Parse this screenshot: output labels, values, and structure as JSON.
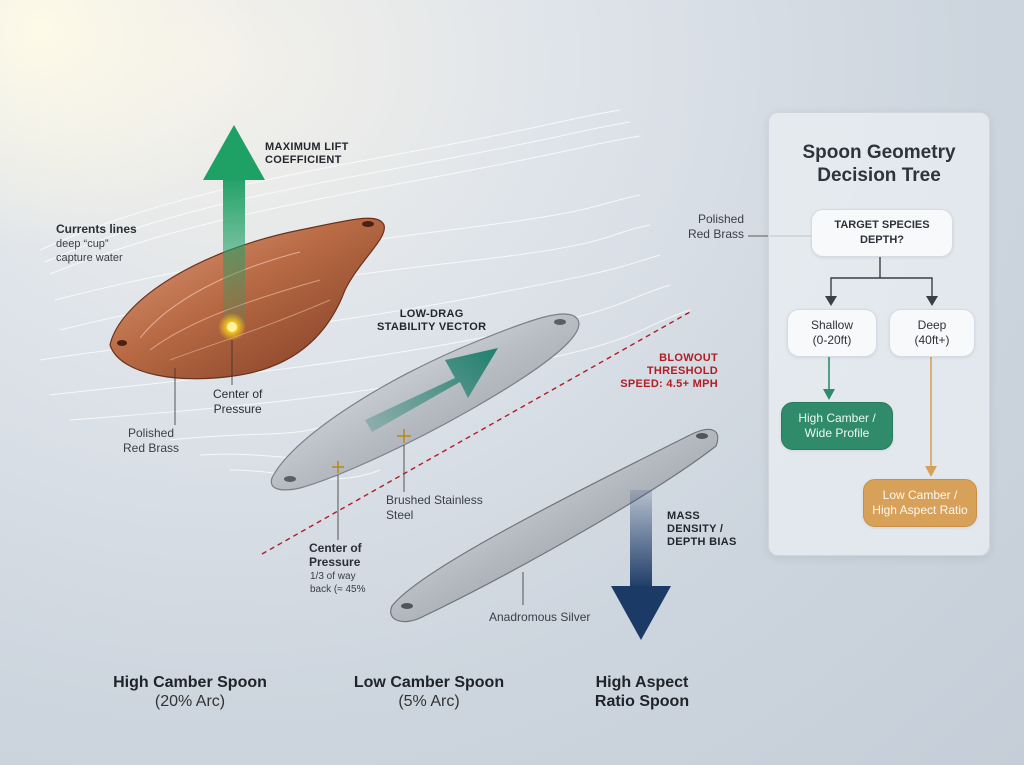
{
  "labels": {
    "max_lift": "MAXIMUM LIFT\nCOEFFICIENT",
    "currents": "Currents lines",
    "currents_sub": "deep “cup”\ncapture water",
    "cop_top": "Center of\nPressure",
    "polished_left": "Polished\nRed Brass",
    "low_drag": "LOW-DRAG\nSTABILITY VECTOR",
    "blowout": "BLOWOUT\nTHRESHOLD\nSPEED: 4.5+ MPH",
    "brushed": "Brushed Stainless\nSteel",
    "cop_mid_title": "Center of\nPressure",
    "cop_mid_sub": "1/3 of way\nback (≈ 45%",
    "mass": "MASS\nDENSITY /\nDEPTH BIAS",
    "anadromous": "Anadromous Silver",
    "polished_right": "Polished\nRed Brass"
  },
  "spoons": [
    {
      "name": "High Camber Spoon",
      "arc": "(20% Arc)"
    },
    {
      "name": "Low Camber Spoon",
      "arc": "(5% Arc)"
    },
    {
      "name": "High Aspect\nRatio Spoon",
      "arc": ""
    }
  ],
  "tree": {
    "title": "Spoon Geometry\nDecision Tree",
    "root": "TARGET SPECIES\nDEPTH?",
    "shallow": "Shallow\n(0-20ft)",
    "deep": "Deep\n(40ft+)",
    "green_leaf": "High Camber /\nWide Profile",
    "tan_leaf": "Low Camber /\nHigh Aspect Ratio"
  },
  "colors": {
    "copper": "#b86a44",
    "green_arrow": "#1fa065",
    "teal_arrow": "#1f7f6d",
    "navy_arrow": "#1c3a66",
    "red_line": "#b01e24",
    "green_node": "#2f8b6a",
    "tan_node": "#d8a15a"
  }
}
